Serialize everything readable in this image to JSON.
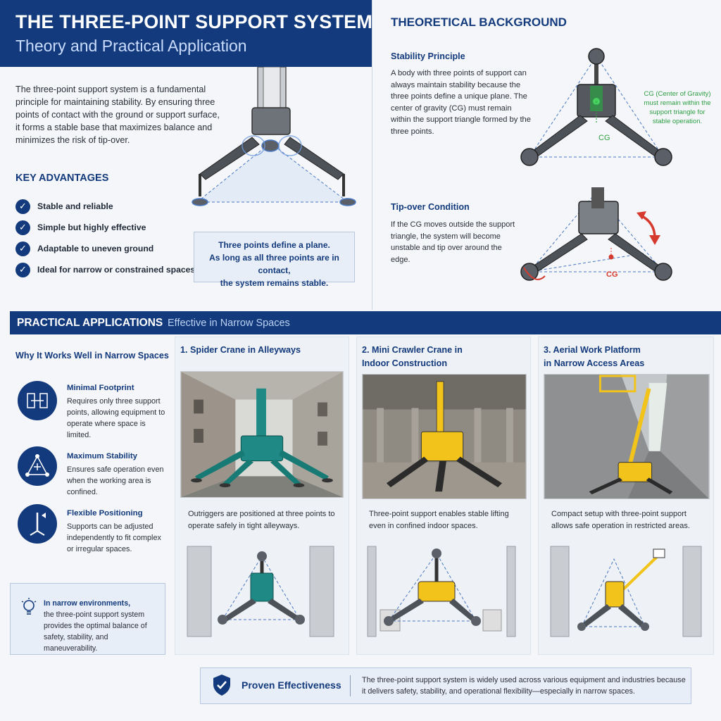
{
  "header": {
    "title": "THE THREE-POINT SUPPORT SYSTEM",
    "subtitle": "Theory and Practical Application"
  },
  "intro": "The three-point support system is a fundamental principle for maintaining stability. By ensuring three points of contact with the ground or support surface, it forms a stable base that maximizes balance and minimizes the risk of tip-over.",
  "advantages": {
    "heading": "KEY ADVANTAGES",
    "items": [
      "Stable and reliable",
      "Simple but highly effective",
      "Adaptable to uneven ground",
      "Ideal for narrow or constrained spaces"
    ]
  },
  "plane_note": {
    "line1": "Three points define a plane.",
    "line2": "As long as all three points are in contact,",
    "line3": "the system remains stable."
  },
  "theory": {
    "heading": "THEORETICAL BACKGROUND",
    "stability_title": "Stability Principle",
    "stability_text": "A body with three points of support can always maintain stability because the three points define a unique plane. The center of gravity (CG) must remain within the support triangle formed by the three points.",
    "cg_label": "CG",
    "cg_note": "CG (Center of Gravity) must remain within the support triangle for stable operation.",
    "tip_title": "Tip-over Condition",
    "tip_text": "If the CG moves outside the support triangle, the system will become unstable and tip over around the edge.",
    "tip_cg_label": "CG"
  },
  "practical": {
    "title": "PRACTICAL APPLICATIONS",
    "subtitle": "Effective in Narrow Spaces",
    "why_heading": "Why It Works Well in Narrow Spaces",
    "why_items": [
      {
        "title": "Minimal Footprint",
        "desc": "Requires only three support points, allowing equipment to operate where space is limited."
      },
      {
        "title": "Maximum Stability",
        "desc": "Ensures safe operation even when the working area is confined."
      },
      {
        "title": "Flexible Positioning",
        "desc": "Supports can be adjusted independently to fit complex or irregular spaces."
      }
    ],
    "tip_bold": "In narrow environments,",
    "tip_text": "the three-point support system provides the optimal balance of safety, stability, and maneuverability.",
    "cards": [
      {
        "title_l1": "1. Spider Crane in Alleyways",
        "title_l2": "",
        "desc": "Outriggers are positioned at three points to operate safely in tight alleyways."
      },
      {
        "title_l1": "2. Mini Crawler Crane in",
        "title_l2": "Indoor Construction",
        "desc": "Three-point support enables stable lifting even in confined indoor spaces."
      },
      {
        "title_l1": "3. Aerial Work Platform",
        "title_l2": "in Narrow Access Areas",
        "desc": "Compact setup with three-point support allows safe operation in restricted areas."
      }
    ]
  },
  "proven": {
    "title": "Proven Effectiveness",
    "text": "The three-point support system is widely used across various equipment and industries because it delivers safety, stability, and operational flexibility—especially in narrow spaces."
  },
  "colors": {
    "navy": "#133a7c",
    "teal": "#1f8a85",
    "yellow": "#f2c31a",
    "green": "#2f9e44",
    "red": "#d63a2f"
  }
}
